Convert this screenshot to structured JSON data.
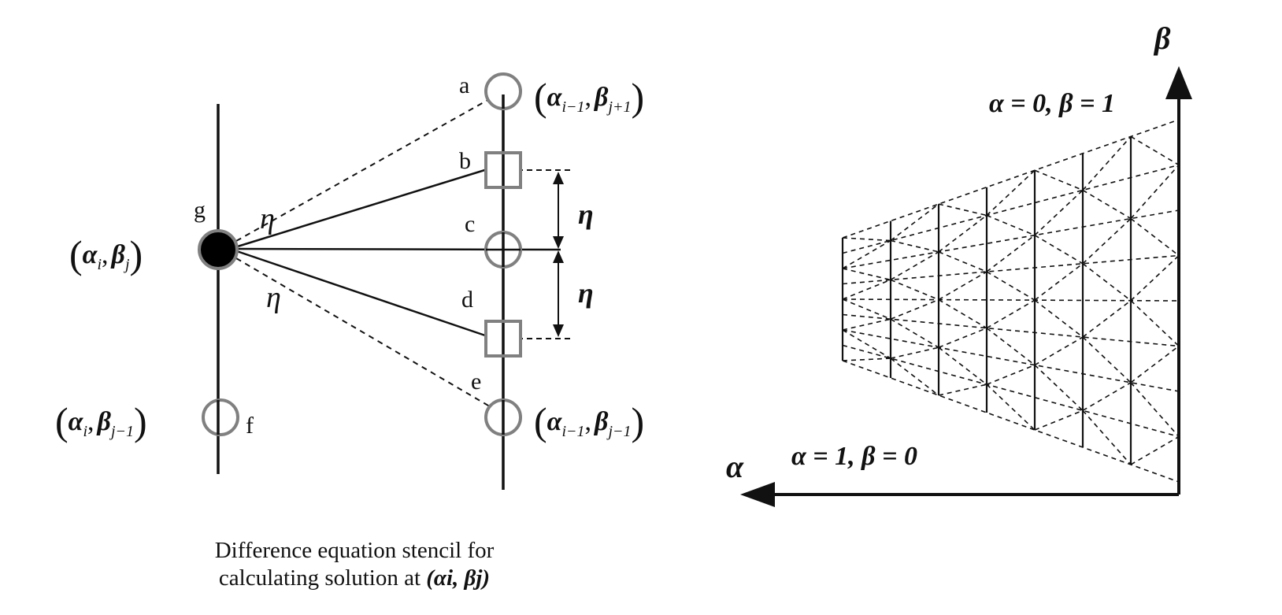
{
  "stencil": {
    "node_labels": {
      "a": "a",
      "b": "b",
      "c": "c",
      "d": "d",
      "e": "e",
      "f": "f",
      "g": "g"
    },
    "coords": {
      "g": {
        "open": "(",
        "alpha": "α",
        "a_sub": "i",
        "sep": ",",
        "beta": "β",
        "b_sub": "j",
        "close": ")"
      },
      "a": {
        "open": "(",
        "alpha": "α",
        "a_sub": "i−1",
        "sep": ",",
        "beta": "β",
        "b_sub": "j+1",
        "close": ")"
      },
      "e": {
        "open": "(",
        "alpha": "α",
        "a_sub": "i−1",
        "sep": ",",
        "beta": "β",
        "b_sub": "j−1",
        "close": ")"
      },
      "f": {
        "open": "(",
        "alpha": "α",
        "a_sub": "i",
        "sep": ",",
        "beta": "β",
        "b_sub": "j−1",
        "close": ")"
      }
    },
    "eta_upper": "η",
    "eta_lower": "η",
    "eta_dim_upper": "η",
    "eta_dim_lower": "η",
    "caption_line1": "Difference equation stencil for",
    "caption_line2_text": "calculating solution at ",
    "caption_math": "(αi, βj)"
  },
  "grid": {
    "beta_axis_label": "β",
    "alpha_axis_label": "α",
    "corner_top": "α = 0, β = 1",
    "corner_bottom": "α = 1, β = 0"
  },
  "colors": {
    "ink": "#111111",
    "node_gray": "#808080",
    "solid_node": "#000000"
  }
}
